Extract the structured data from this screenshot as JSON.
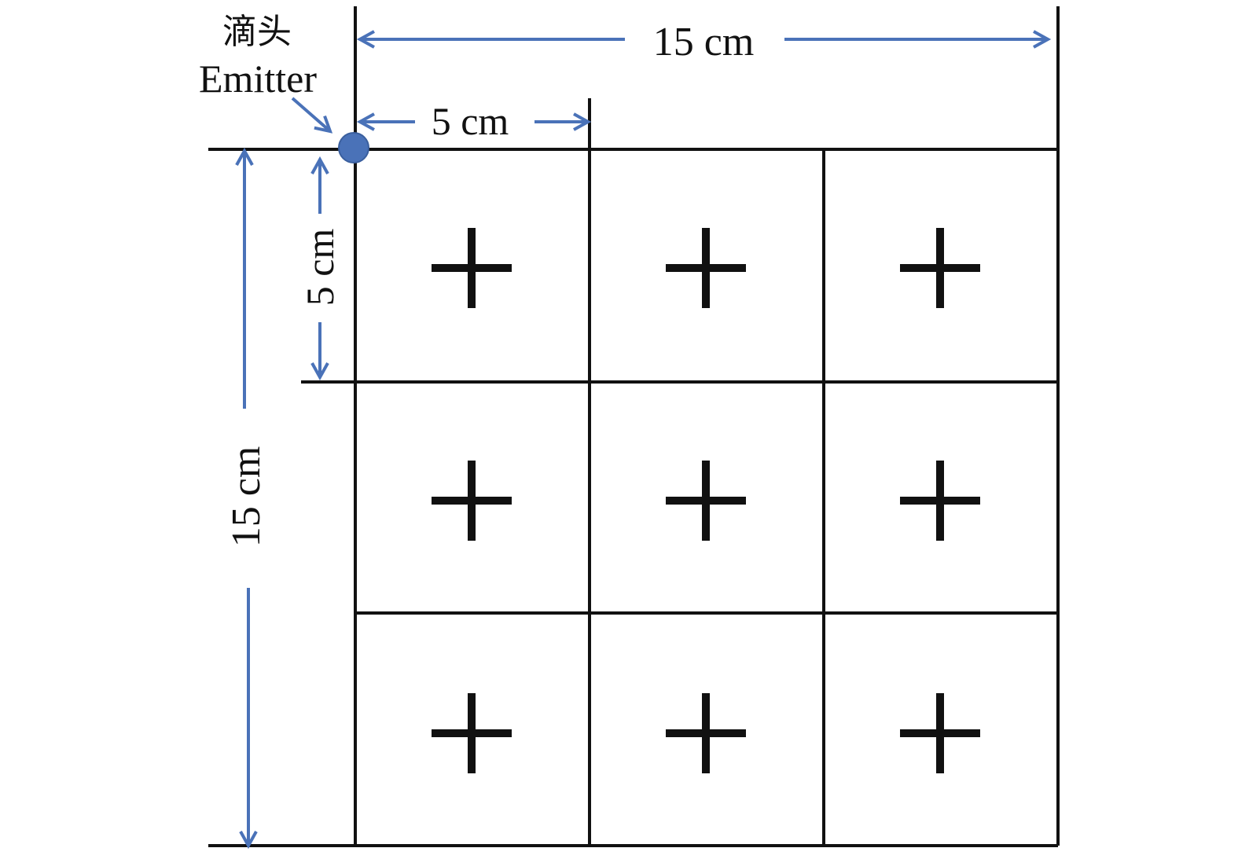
{
  "emitter": {
    "label_cn": "滴头",
    "label_en": "Emitter"
  },
  "dimensions": {
    "total_width": "15 cm",
    "total_height": "15 cm",
    "cell_width": "5 cm",
    "cell_height": "5 cm"
  },
  "grid": {
    "rows": 3,
    "cols": 3,
    "marker": "plus-icon"
  },
  "colors": {
    "arrow": "#4a72b8",
    "line": "#111111",
    "emitter": "#4a72b8"
  }
}
